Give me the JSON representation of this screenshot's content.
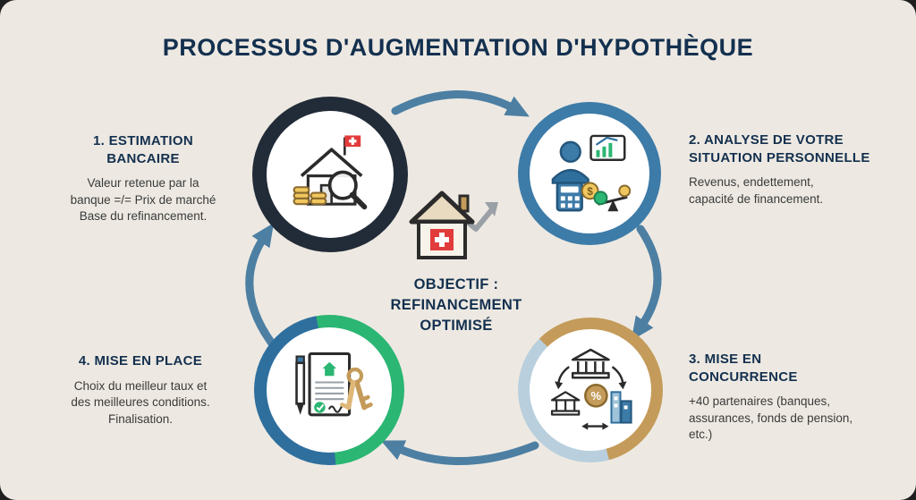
{
  "title": "PROCESSUS D'AUGMENTATION D'HYPOTHÈQUE",
  "center": {
    "heading": "OBJECTIF :\nREFINANCEMENT\nOPTIMISÉ",
    "icon": "swiss-house-growth-icon"
  },
  "steps": [
    {
      "id": 1,
      "heading": "1. ESTIMATION\nBANCAIRE",
      "body": "Valeur retenue par la\nbanque =/= Prix de marché\nBase du refinancement.",
      "icon": "house-appraisal-icon",
      "ring_color": "#222B38"
    },
    {
      "id": 2,
      "heading": "2. ANALYSE DE VOTRE\nSITUATION PERSONNELLE",
      "body": "Revenus, endettement,\ncapacité de financement.",
      "icon": "personal-finance-analysis-icon",
      "ring_color": "#3D7BA8"
    },
    {
      "id": 3,
      "heading": "3. MISE EN\nCONCURRENCE",
      "body": "+40 partenaires (banques,\nassurances, fonds de pension,\netc.)",
      "icon": "bank-comparison-icon",
      "ring_colors": [
        "#C49B5A",
        "#B9CFDD"
      ]
    },
    {
      "id": 4,
      "heading": "4. MISE EN PLACE",
      "body": "Choix du meilleur taux et\ndes meilleures conditions.\nFinalisation.",
      "icon": "contract-keys-icon",
      "ring_colors": [
        "#2BB673",
        "#2E6F9E"
      ]
    }
  ],
  "glyphs": {
    "dollar": "$",
    "percent": "%"
  },
  "colors": {
    "background": "#EDE9E2",
    "title": "#14304F",
    "heading": "#14304F",
    "body_text": "#3A3A3A",
    "arrow": "#4D7FA3",
    "swiss_red": "#E23B3B",
    "gold": "#C49B5A",
    "green": "#2BB673",
    "blue": "#3D7BA8",
    "dark_ring": "#222B38"
  }
}
